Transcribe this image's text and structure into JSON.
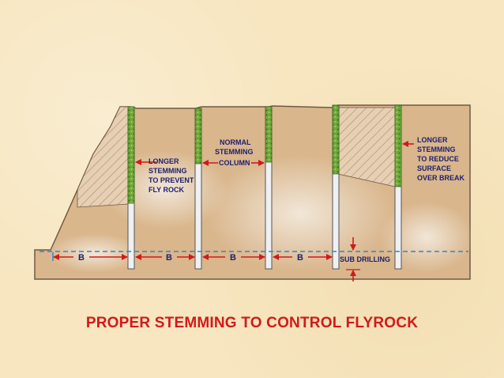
{
  "caption": "PROPER STEMMING TO CONTROL FLYROCK",
  "labels": {
    "left_note": [
      "LONGER",
      "STEMMING",
      "TO PREVENT",
      "FLY ROCK"
    ],
    "middle_note": [
      "NORMAL",
      "STEMMING",
      "COLUMN"
    ],
    "right_note": [
      "LONGER",
      "STEMMING",
      "TO REDUCE",
      "SURFACE",
      "OVER BREAK"
    ],
    "sub_drilling": "SUB DRILLING",
    "burden": [
      "B",
      "B",
      "B",
      "B"
    ]
  },
  "colors": {
    "rock": "#d9b68c",
    "rock_light": "#ece0cc",
    "outline": "#6e5a46",
    "arrow": "#d11a1a",
    "grade_line": "#2f86c9",
    "stemming": "#6fa83a",
    "text": "#1e1e6e"
  }
}
